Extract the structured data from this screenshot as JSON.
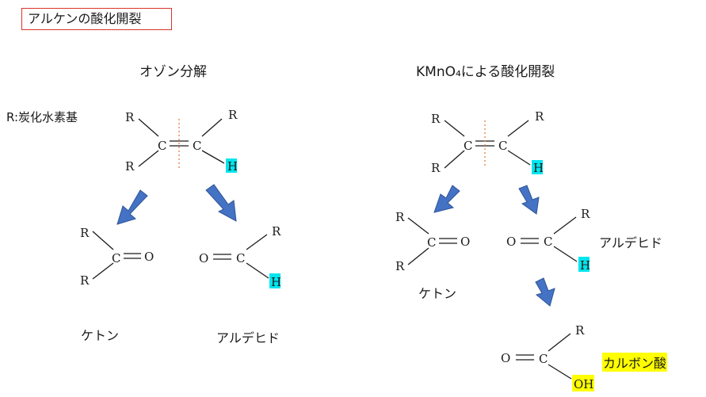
{
  "title": "アルケンの酸化開裂",
  "ozonolysis": {
    "heading": "オゾン分解",
    "note": "R:炭化水素基",
    "product_ketone_label": "ケトン",
    "product_aldehyde_label": "アルデヒド"
  },
  "kmno4": {
    "heading": "KMnO₄による酸化開裂",
    "product_ketone_label": "ケトン",
    "product_aldehyde_label": "アルデヒド",
    "product_acid_label": "カルボン酸"
  },
  "atoms": {
    "R": "R",
    "C": "C",
    "O": "O",
    "H": "H",
    "OH": "OH"
  },
  "colors": {
    "highlight_h": "#00e5ee",
    "highlight_acid": "#ffff00",
    "arrow": "#4472c4",
    "title_border": "#d9342b",
    "cleavage_line": "#e8894d"
  }
}
